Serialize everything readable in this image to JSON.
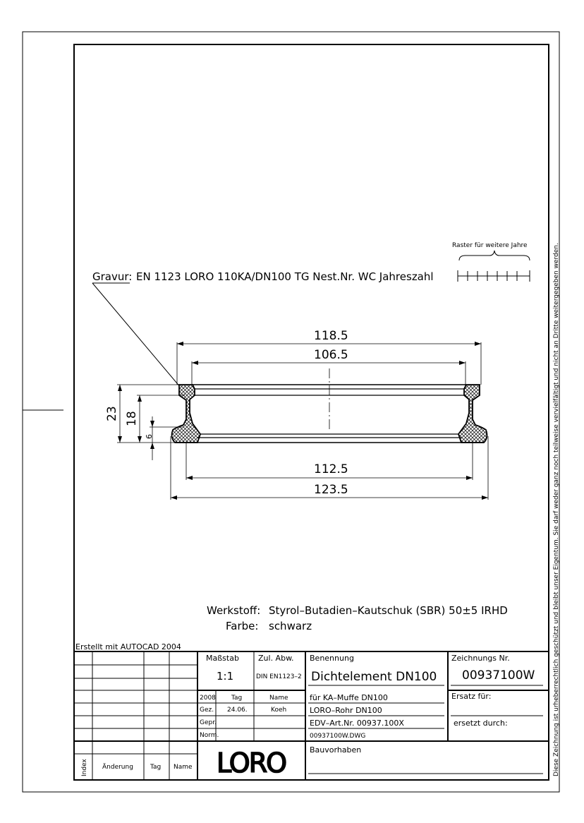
{
  "engraving": {
    "label": "Gravur:",
    "text": "EN 1123 LORO 110KA/DN100 TG Nest.Nr. WC Jahreszahl",
    "grid_label": "Raster für weitere Jahre"
  },
  "dimensions": {
    "d_118_5": "118.5",
    "d_106_5": "106.5",
    "d_112_5": "112.5",
    "d_123_5": "123.5",
    "h_23": "23",
    "h_18": "18",
    "h_6": "6"
  },
  "material": {
    "werkstoff_label": "Werkstoff:",
    "werkstoff_value": "Styrol–Butadien–Kautschuk (SBR) 50±5 IRHD",
    "farbe_label": "Farbe:",
    "farbe_value": "schwarz"
  },
  "created_with": "Erstellt mit AUTOCAD 2004",
  "side_note": "Diese Zeichnung ist urheberrechtlich geschützt und bleibt unser Eigentum. Sie darf weder ganz noch teilweise vervielfältigt und nicht an Dritte weitergegeben werden.",
  "title_block": {
    "massstab_label": "Maßstab",
    "massstab_value": "1:1",
    "zul_abw_label": "Zul. Abw.",
    "zul_abw_value": "DIN EN1123–2",
    "benennung_label": "Benennung",
    "benennung_value": "Dichtelement DN100",
    "zeichnungs_nr_label": "Zeichnungs Nr.",
    "zeichnungs_nr_value": "00937100W",
    "year": "2008",
    "tag_label": "Tag",
    "name_label": "Name",
    "gez_label": "Gez.",
    "gez_date": "24.06.",
    "gez_name": "Koeh",
    "gepr_label": "Gepr.",
    "norm_label": "Norm.",
    "line1": "für KA–Muffe DN100",
    "line2": "LORO–Rohr DN100",
    "line3": "EDV–Art.Nr. 00937.100X",
    "file": "00937100W.DWG",
    "ersatz_fuer": "Ersatz für:",
    "ersetzt_durch": "ersetzt durch:",
    "bauvorhaben": "Bauvorhaben",
    "logo": "LORO",
    "index_label": "Index",
    "aenderung_label": "Änderung",
    "rev_tag_label": "Tag",
    "rev_name_label": "Name"
  }
}
